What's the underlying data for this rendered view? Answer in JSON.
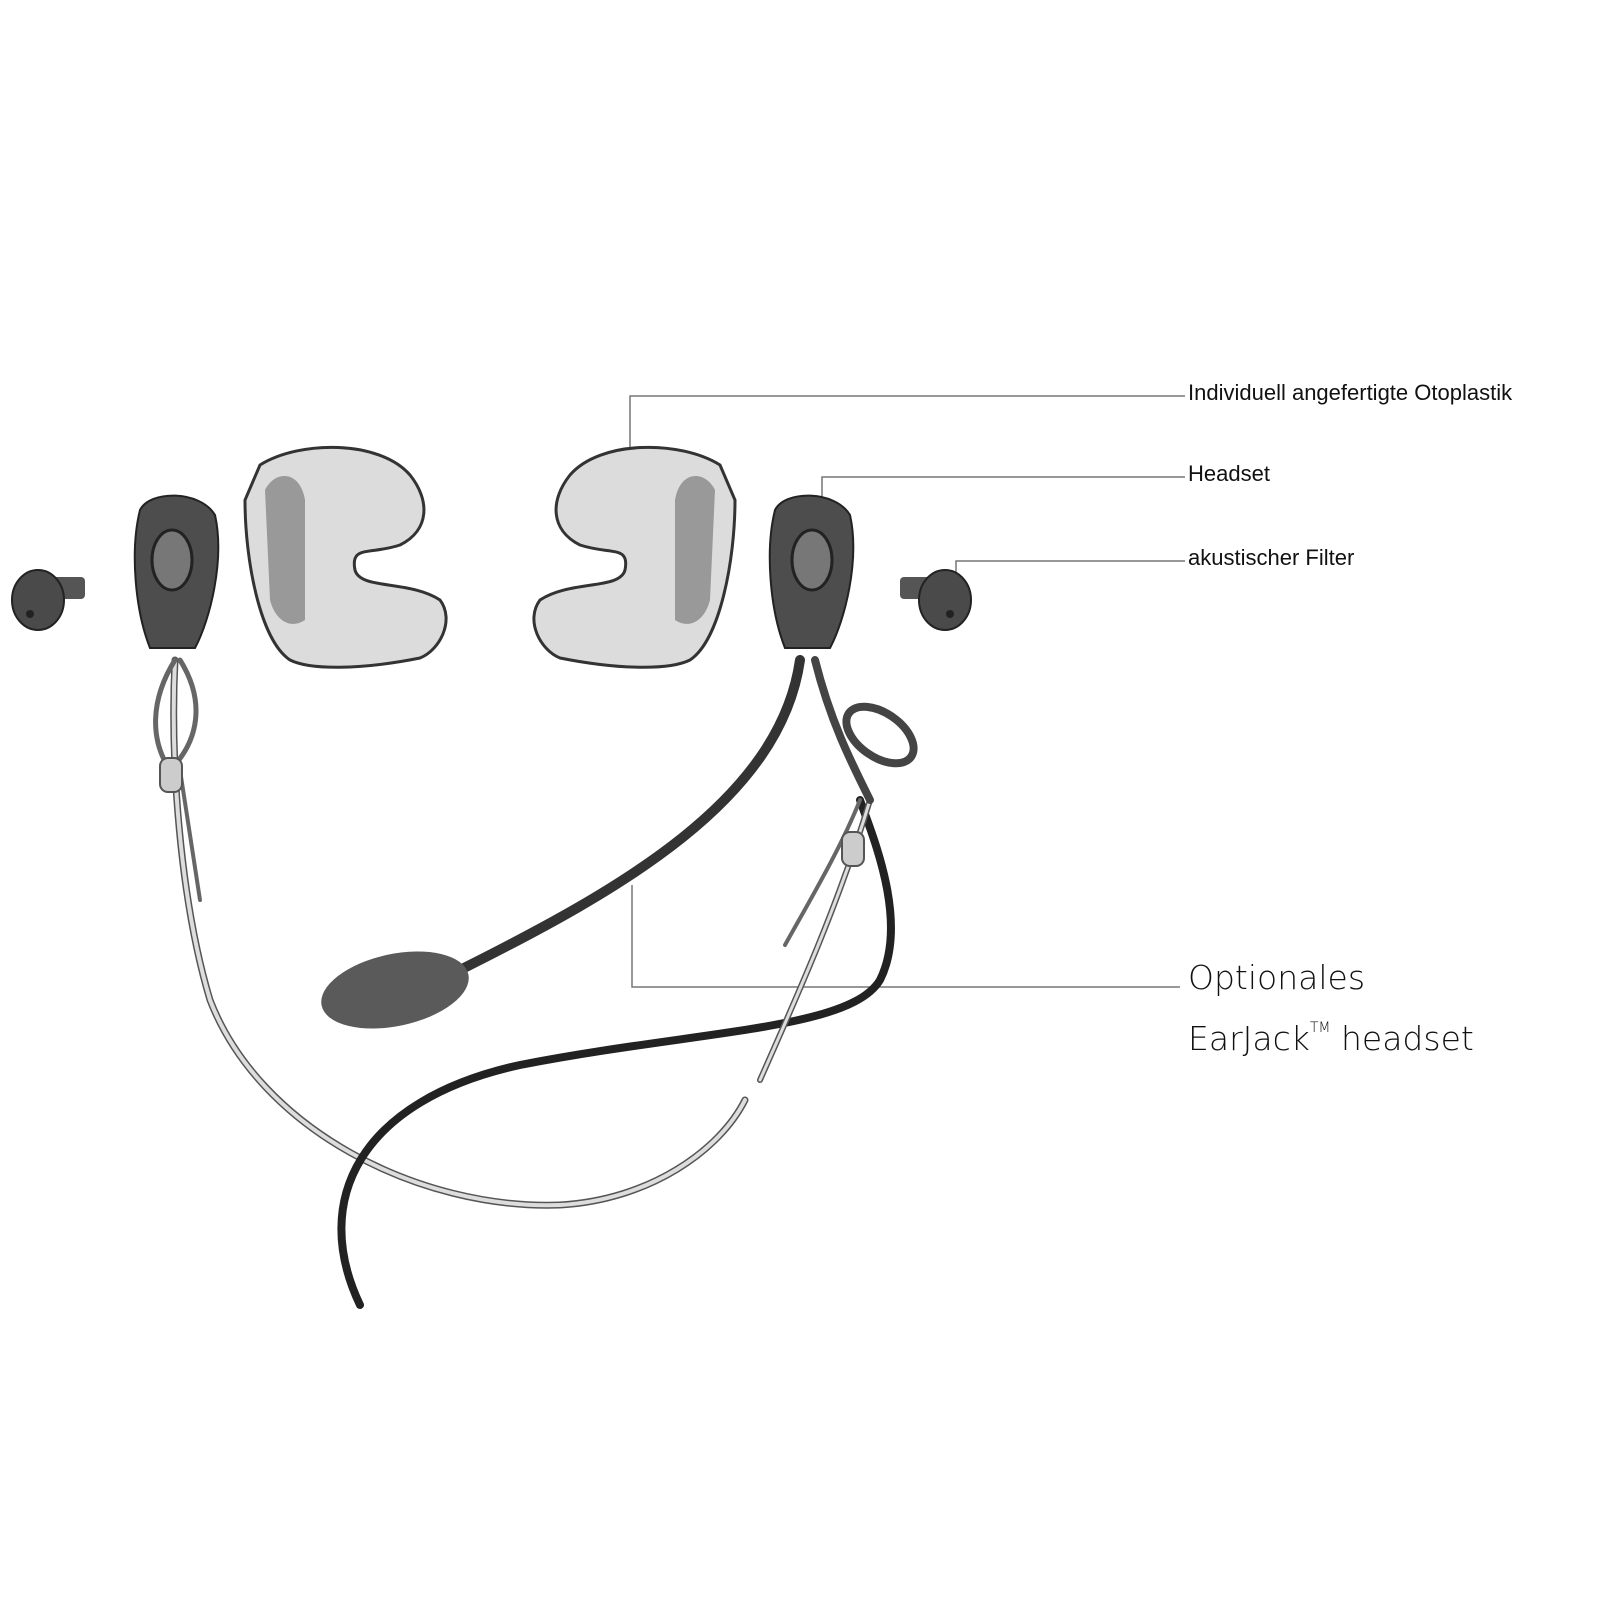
{
  "labels": {
    "otoplastik": "Individuell angefertigte Otoplastik",
    "headset": "Headset",
    "filter": "akustischer Filter",
    "optional_line1": "Optionales",
    "optional_line2_brand": "EarJack",
    "optional_line2_tm": "TM",
    "optional_line2_rest": " headset"
  },
  "colors": {
    "dark": "#4a4a4a",
    "light": "#d8d8d8",
    "line": "#777777"
  }
}
